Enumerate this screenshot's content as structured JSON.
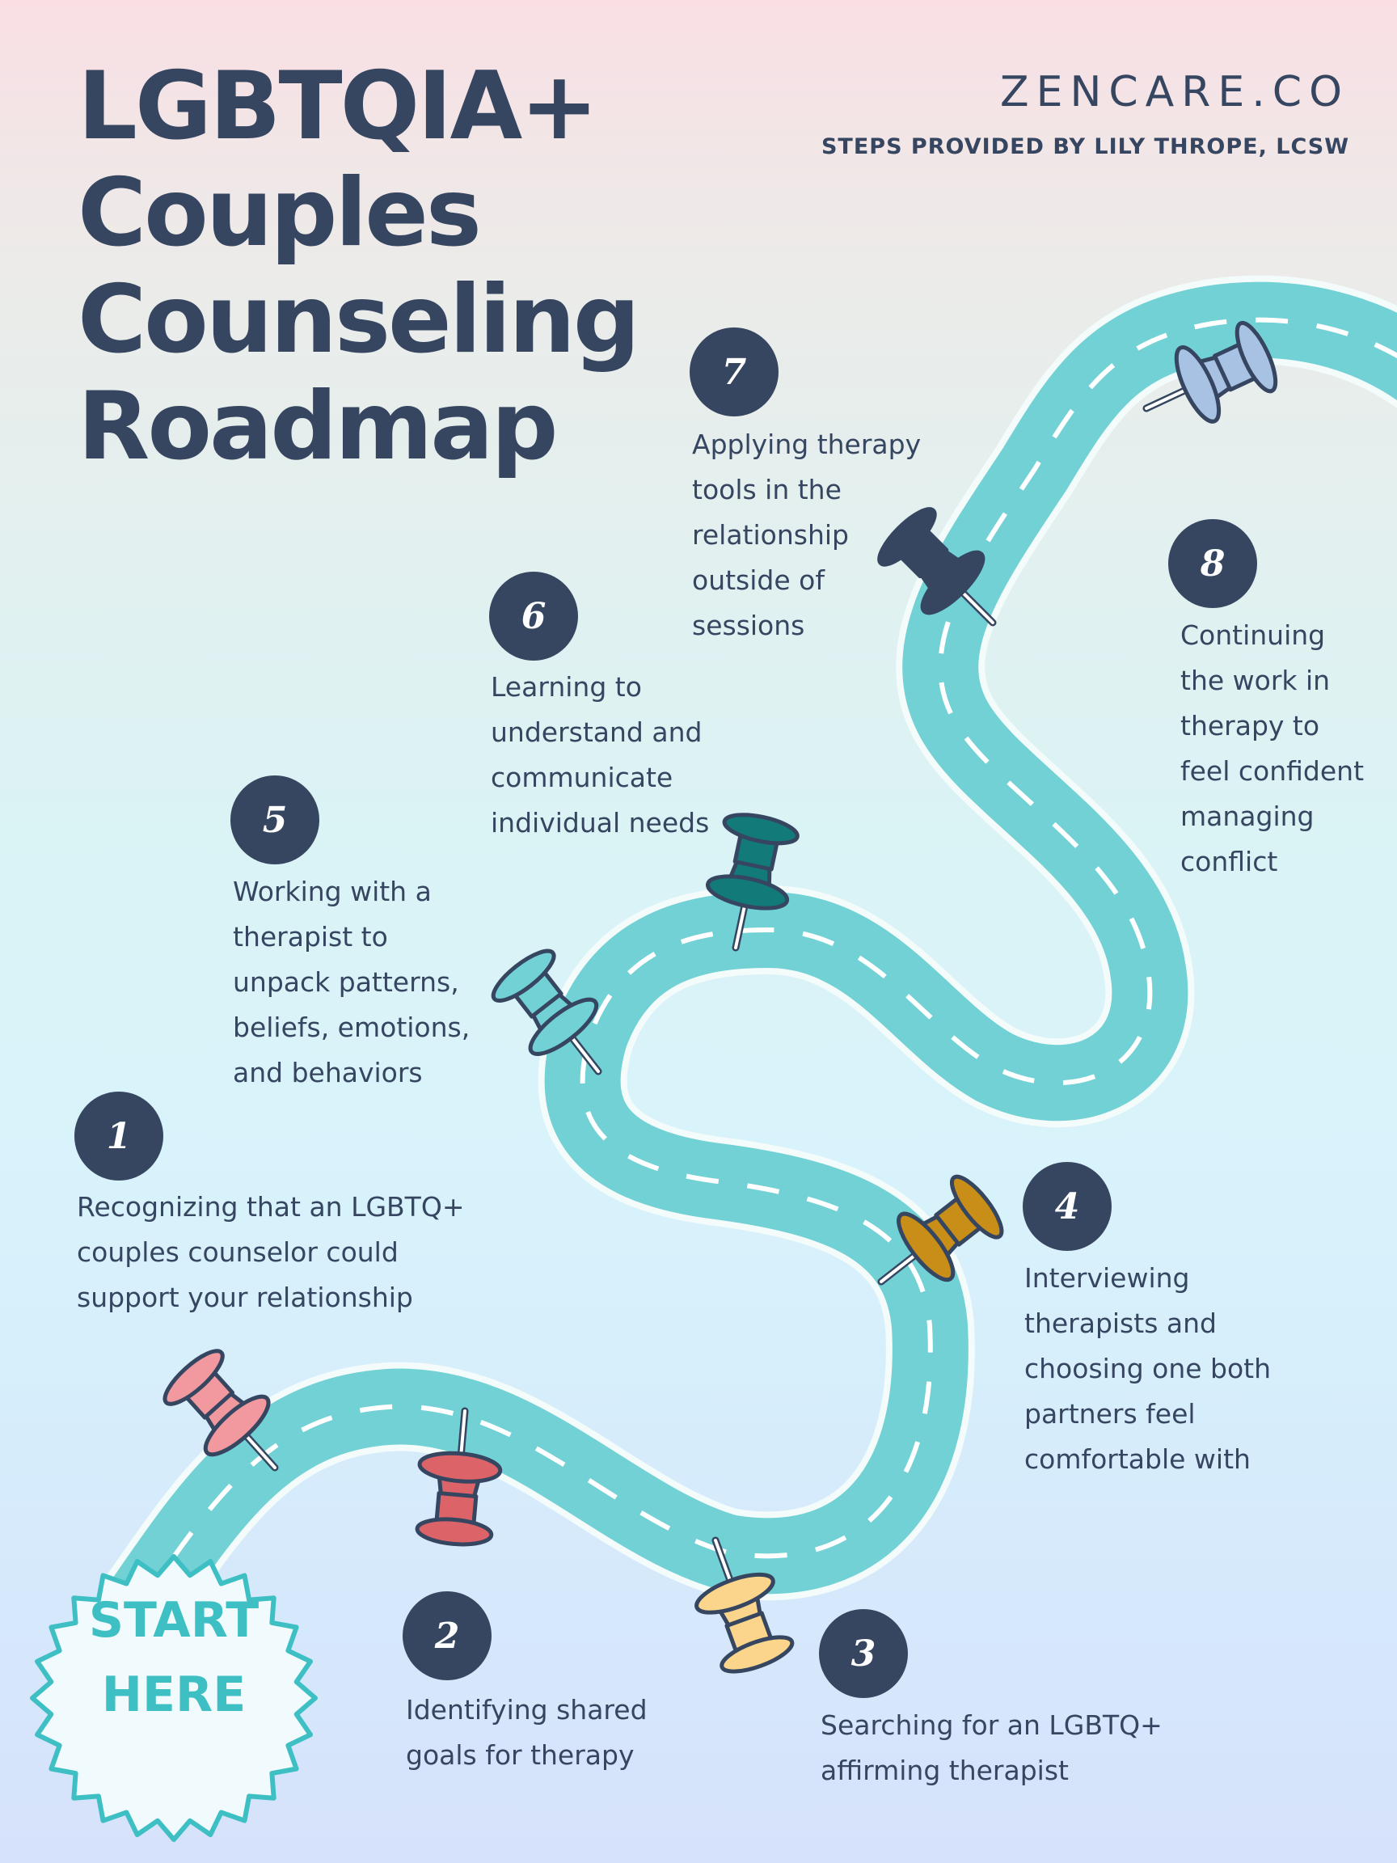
{
  "title_lines": [
    "LGBTQIA+",
    "Couples",
    "Counseling",
    "Roadmap"
  ],
  "brand": "ZENCARE.CO",
  "credit": "STEPS PROVIDED BY LILY THROPE, LCSW",
  "start": {
    "line1": "START",
    "line2": "HERE"
  },
  "steps": [
    {
      "number": "1",
      "text": "Recognizing that an LGBTQ+ couples counselor could support your relationship"
    },
    {
      "number": "2",
      "text": "Identifying shared goals for therapy"
    },
    {
      "number": "3",
      "text": "Searching for an LGBTQ+ affirming therapist"
    },
    {
      "number": "4",
      "text": "Interviewing therapists and choosing one both partners feel comfortable with"
    },
    {
      "number": "5",
      "text": "Working with a therapist to unpack patterns, beliefs, emotions, and behaviors"
    },
    {
      "number": "6",
      "text": "Learning to understand and communicate individual needs"
    },
    {
      "number": "7",
      "text": "Applying therapy tools in the relationship outside of sessions"
    },
    {
      "number": "8",
      "text": "Continuing the work in therapy to feel confident managing conflict"
    }
  ],
  "colors": {
    "navy": "#364661",
    "road": "#72d1d4",
    "road_edge": "#f4fbfb",
    "start_text": "#3ebfc4",
    "pins": {
      "step1": "#f1999e",
      "step2": "#dc6468",
      "step3": "#fbd58c",
      "step4": "#c98e17",
      "step5": "#72d1d4",
      "step6": "#127a78",
      "step7": "#364661",
      "step8": "#a8c2e4"
    }
  }
}
